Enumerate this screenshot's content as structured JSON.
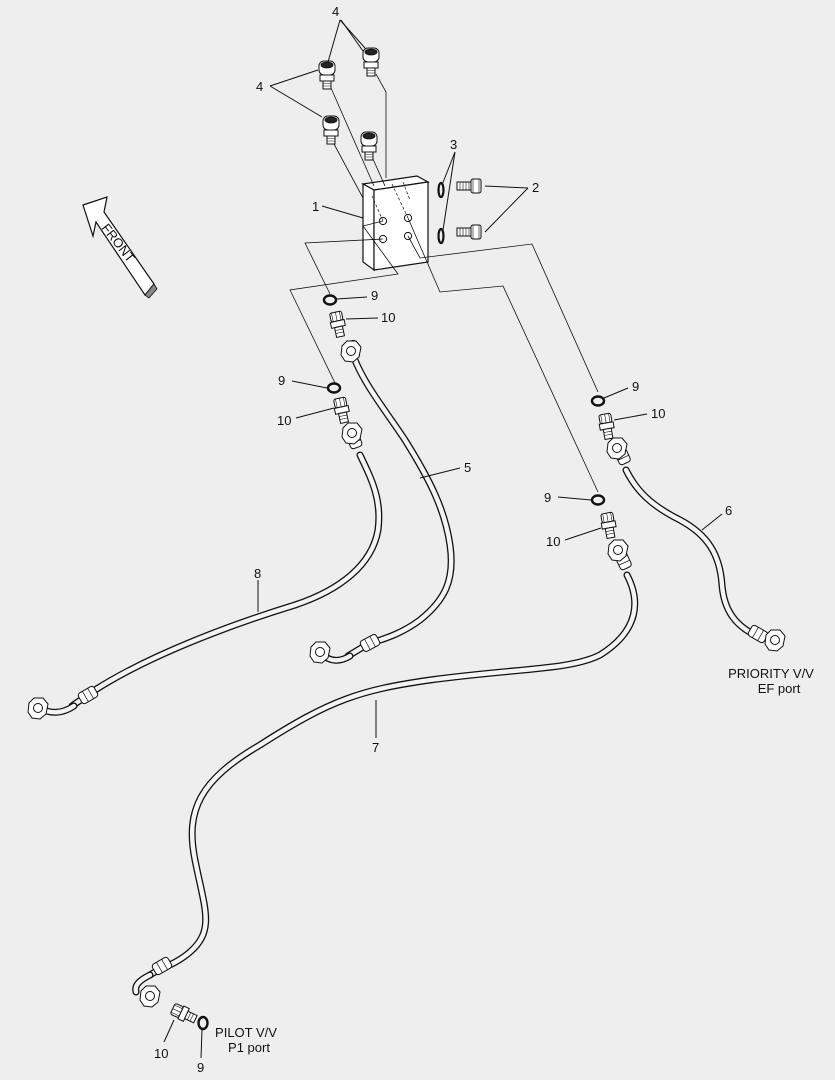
{
  "labels": {
    "block": "1",
    "bolts": "2",
    "orings_block": "3",
    "fittings": "4",
    "hose5": "5",
    "hose6": "6",
    "hose7": "7",
    "hose8": "8",
    "oring": "9",
    "connector": "10"
  },
  "front_arrow": "FRONT",
  "ports": {
    "priority_line1": "PRIORITY V/V",
    "priority_line2": "EF port",
    "pilot_line1": "PILOT V/V",
    "pilot_line2": "P1 port"
  }
}
